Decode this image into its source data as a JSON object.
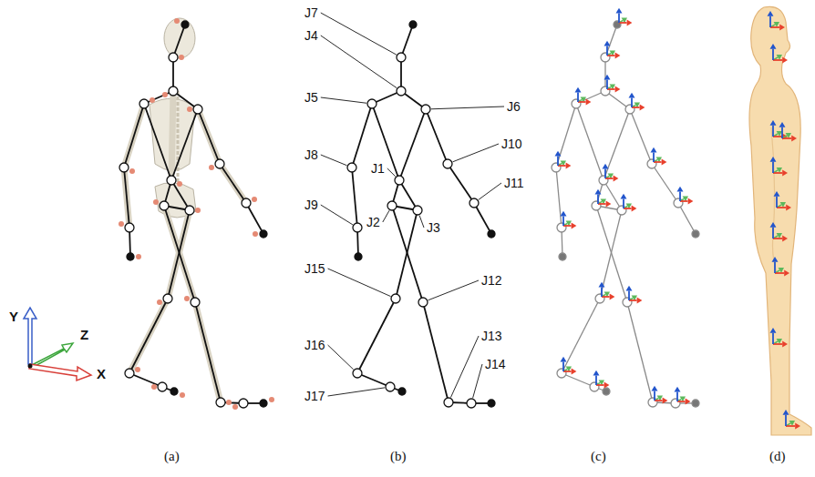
{
  "diagram": {
    "labels": [
      "J7",
      "J4",
      "J5",
      "J6",
      "J8",
      "J10",
      "J1",
      "J11",
      "J9",
      "J2",
      "J3",
      "J15",
      "J12",
      "J13",
      "J16",
      "J14",
      "J17",
      "Y",
      "Z",
      "X",
      "(a)",
      "(b)",
      "(c)",
      "(d)"
    ]
  }
}
